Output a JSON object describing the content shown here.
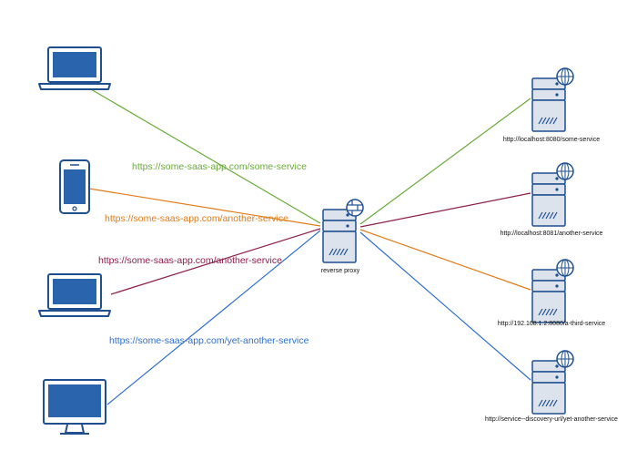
{
  "colors": {
    "green": "#6aaa3a",
    "orange": "#e07b1a",
    "maroon": "#8b1f4b",
    "blue": "#2f6fcc",
    "device_stroke": "#1f4f8f",
    "screen_fill": "#2a64ad",
    "server_fill": "#dde3ec"
  },
  "clients": [
    {
      "icon": "laptop-icon",
      "route": "https://some-saas-app.com/some-service"
    },
    {
      "icon": "smartphone-icon",
      "route": "https://some-saas-app.com/another-service"
    },
    {
      "icon": "laptop-icon",
      "route": "https://some-saas-app.com/another-service"
    },
    {
      "icon": "desktop-monitor-icon",
      "route": "https://some-saas-app.com/yet-another-service"
    }
  ],
  "proxy": {
    "label": "reverse proxy",
    "icon": "firewall-server-icon"
  },
  "services": [
    {
      "icon": "web-server-icon",
      "label": "http://localhost:8080/some-service"
    },
    {
      "icon": "web-server-icon",
      "label": "http://localhost:8081/another-service"
    },
    {
      "icon": "web-server-icon",
      "label": "http://192.168.1.2:8080/a-third-service"
    },
    {
      "icon": "web-server-icon",
      "label": "http://service--discovery-url/yet-another-service"
    }
  ]
}
